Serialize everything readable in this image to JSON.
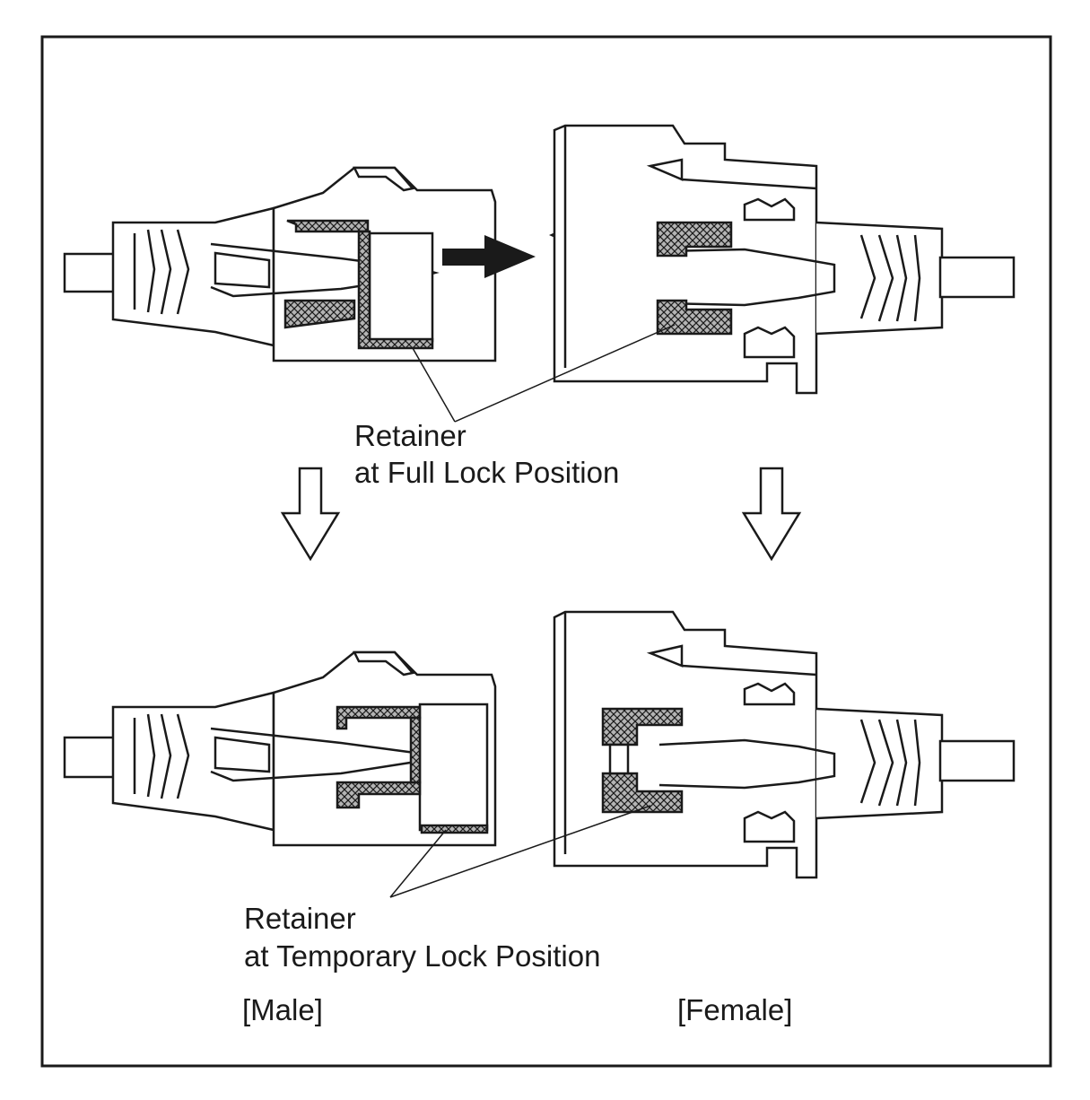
{
  "labels": {
    "full_lock_line1": "Retainer",
    "full_lock_line2": "at Full Lock Position",
    "temp_lock_line1": "Retainer",
    "temp_lock_line2": "at Temporary Lock Position",
    "male": "[Male]",
    "female": "[Female]"
  },
  "colors": {
    "line": "#1a1a1a",
    "retainer_fill": "#b4b4b4",
    "arrow_fill": "#1a1a1a",
    "background": "#ffffff"
  }
}
